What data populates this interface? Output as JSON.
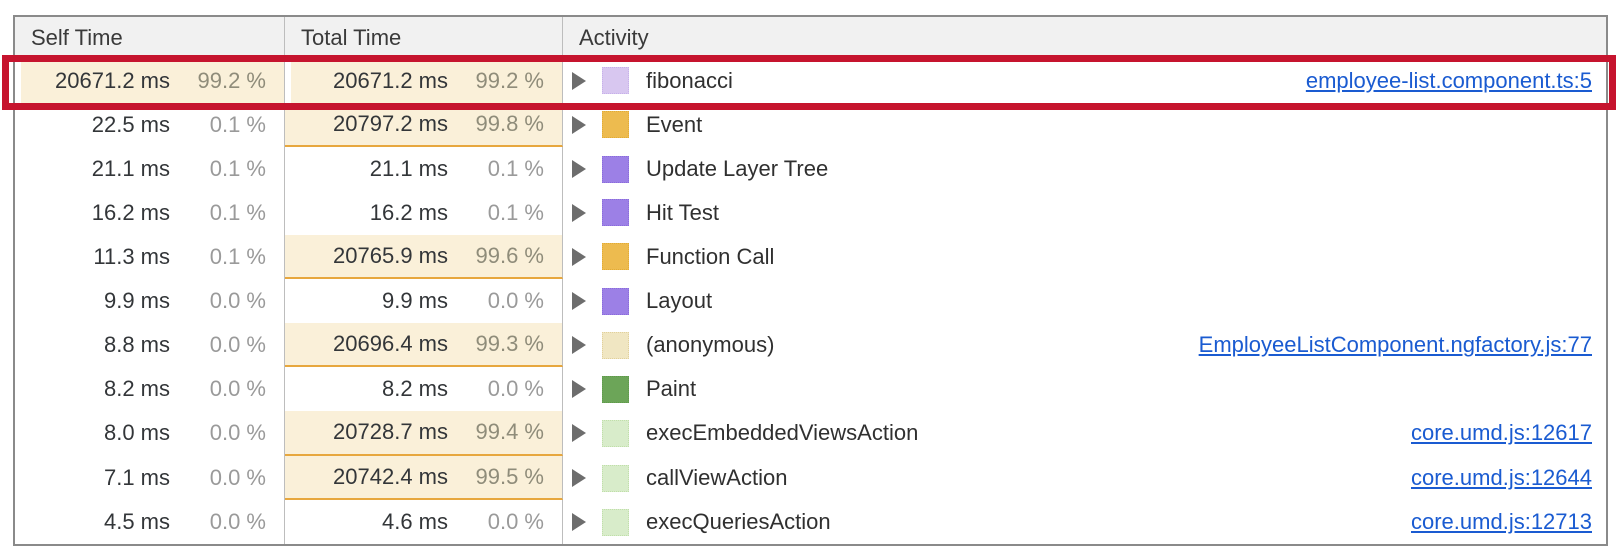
{
  "table": {
    "columns": [
      {
        "label": "Self Time"
      },
      {
        "label": "Total Time"
      },
      {
        "label": "Activity"
      }
    ],
    "rows": [
      {
        "self": {
          "time": "20671.2 ms",
          "pct": "99.2 %",
          "highlight": true
        },
        "total": {
          "time": "20671.2 ms",
          "pct": "99.2 %",
          "highlight": true
        },
        "activity": {
          "label": "fibonacci",
          "icon": "js-function",
          "link": "employee-list.component.ts:5"
        },
        "annotated": true
      },
      {
        "self": {
          "time": "22.5 ms",
          "pct": "0.1 %",
          "highlight": false
        },
        "total": {
          "time": "20797.2 ms",
          "pct": "99.8 %",
          "highlight": true
        },
        "activity": {
          "label": "Event",
          "icon": "scripting",
          "link": ""
        },
        "annotated": false
      },
      {
        "self": {
          "time": "21.1 ms",
          "pct": "0.1 %",
          "highlight": false
        },
        "total": {
          "time": "21.1 ms",
          "pct": "0.1 %",
          "highlight": false
        },
        "activity": {
          "label": "Update Layer Tree",
          "icon": "rendering",
          "link": ""
        },
        "annotated": false
      },
      {
        "self": {
          "time": "16.2 ms",
          "pct": "0.1 %",
          "highlight": false
        },
        "total": {
          "time": "16.2 ms",
          "pct": "0.1 %",
          "highlight": false
        },
        "activity": {
          "label": "Hit Test",
          "icon": "rendering",
          "link": ""
        },
        "annotated": false
      },
      {
        "self": {
          "time": "11.3 ms",
          "pct": "0.1 %",
          "highlight": false
        },
        "total": {
          "time": "20765.9 ms",
          "pct": "99.6 %",
          "highlight": true
        },
        "activity": {
          "label": "Function Call",
          "icon": "scripting",
          "link": ""
        },
        "annotated": false
      },
      {
        "self": {
          "time": "9.9 ms",
          "pct": "0.0 %",
          "highlight": false
        },
        "total": {
          "time": "9.9 ms",
          "pct": "0.0 %",
          "highlight": false
        },
        "activity": {
          "label": "Layout",
          "icon": "rendering",
          "link": ""
        },
        "annotated": false
      },
      {
        "self": {
          "time": "8.8 ms",
          "pct": "0.0 %",
          "highlight": false
        },
        "total": {
          "time": "20696.4 ms",
          "pct": "99.3 %",
          "highlight": true
        },
        "activity": {
          "label": "(anonymous)",
          "icon": "anonymous",
          "link": "EmployeeListComponent.ngfactory.js:77"
        },
        "annotated": false
      },
      {
        "self": {
          "time": "8.2 ms",
          "pct": "0.0 %",
          "highlight": false
        },
        "total": {
          "time": "8.2 ms",
          "pct": "0.0 %",
          "highlight": false
        },
        "activity": {
          "label": "Paint",
          "icon": "painting",
          "link": ""
        },
        "annotated": false
      },
      {
        "self": {
          "time": "8.0 ms",
          "pct": "0.0 %",
          "highlight": false
        },
        "total": {
          "time": "20728.7 ms",
          "pct": "99.4 %",
          "highlight": true
        },
        "activity": {
          "label": "execEmbeddedViewsAction",
          "icon": "angular-fn",
          "link": "core.umd.js:12617"
        },
        "annotated": false
      },
      {
        "self": {
          "time": "7.1 ms",
          "pct": "0.0 %",
          "highlight": false
        },
        "total": {
          "time": "20742.4 ms",
          "pct": "99.5 %",
          "highlight": true
        },
        "activity": {
          "label": "callViewAction",
          "icon": "angular-fn",
          "link": "core.umd.js:12644"
        },
        "annotated": false
      },
      {
        "self": {
          "time": "4.5 ms",
          "pct": "0.0 %",
          "highlight": false
        },
        "total": {
          "time": "4.6 ms",
          "pct": "0.0 %",
          "highlight": false
        },
        "activity": {
          "label": "execQueriesAction",
          "icon": "angular-fn",
          "link": "core.umd.js:12713"
        },
        "annotated": false
      }
    ]
  },
  "icon_colors": {
    "js-function": {
      "bg": "#d8c7f0",
      "border": "#c6b0ea"
    },
    "scripting": {
      "bg": "#edbb4f",
      "border": "#e2ab35"
    },
    "rendering": {
      "bg": "#9c80e6",
      "border": "#8a6cdb"
    },
    "painting": {
      "bg": "#6ca558",
      "border": "#5f9a4b"
    },
    "anonymous": {
      "bg": "#f0e6c2",
      "border": "#e1d09b"
    },
    "angular-fn": {
      "bg": "#d8ecca",
      "border": "#c0dfa9"
    }
  },
  "colors": {
    "highlight_cell_bg": "#faf0d9",
    "highlight_underline": "#e7a73e",
    "link": "#1a5bd1",
    "annotation_red": "#c6142e"
  },
  "annotation": {
    "type": "red-highlight-box",
    "target_row": "fibonacci"
  }
}
